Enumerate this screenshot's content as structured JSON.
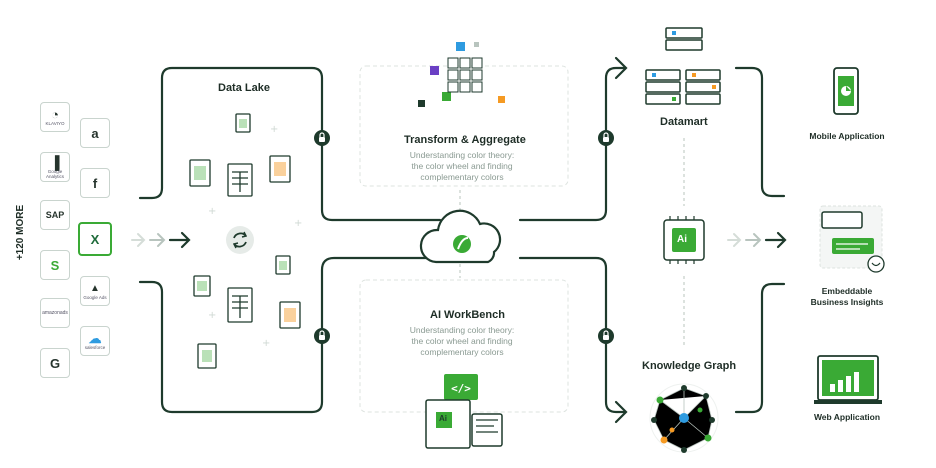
{
  "sources": {
    "more_label": "+120 MORE",
    "left_column": [
      {
        "id": "klaviyo",
        "glyph": "◔",
        "text": "KLAVIYO"
      },
      {
        "id": "google-analytics",
        "glyph": "▐",
        "text": "Google Analytics"
      },
      {
        "id": "sap",
        "glyph": "SAP",
        "text": ""
      },
      {
        "id": "shopify",
        "glyph": "S",
        "text": ""
      },
      {
        "id": "amazon-ads",
        "glyph": "",
        "text": "amazonads"
      },
      {
        "id": "google",
        "glyph": "G",
        "text": ""
      }
    ],
    "right_column": [
      {
        "id": "amazon",
        "glyph": "a",
        "text": ""
      },
      {
        "id": "facebook",
        "glyph": "f",
        "text": ""
      },
      {
        "id": "excel",
        "glyph": "X",
        "text": ""
      },
      {
        "id": "google-ads",
        "glyph": "▲",
        "text": "Google Ads"
      },
      {
        "id": "salesforce",
        "glyph": "☁",
        "text": "salesforce"
      }
    ]
  },
  "stages": {
    "data_lake": "Data Lake",
    "transform_title": "Transform & Aggregate",
    "transform_desc": [
      "Understanding color theory:",
      "the color wheel and finding",
      "complementary colors"
    ],
    "workbench_title": "AI WorkBench",
    "workbench_desc": [
      "Understanding color theory:",
      "the color wheel and finding",
      "complementary colors"
    ],
    "datamart": "Datamart",
    "knowledge_graph": "Knowledge Graph",
    "ai_chip_label": "Ai",
    "workbench_ai_label": "Ai"
  },
  "outputs": {
    "mobile": "Mobile Application",
    "embeddable": [
      "Embeddable",
      "Business Insights"
    ],
    "web": "Web Application"
  },
  "colors": {
    "dark": "#1e3a2c",
    "accent": "#3aaa35",
    "muted": "#b8c4be",
    "orange": "#f59a23",
    "blue": "#2e9be0",
    "purple": "#6a3fc4"
  }
}
